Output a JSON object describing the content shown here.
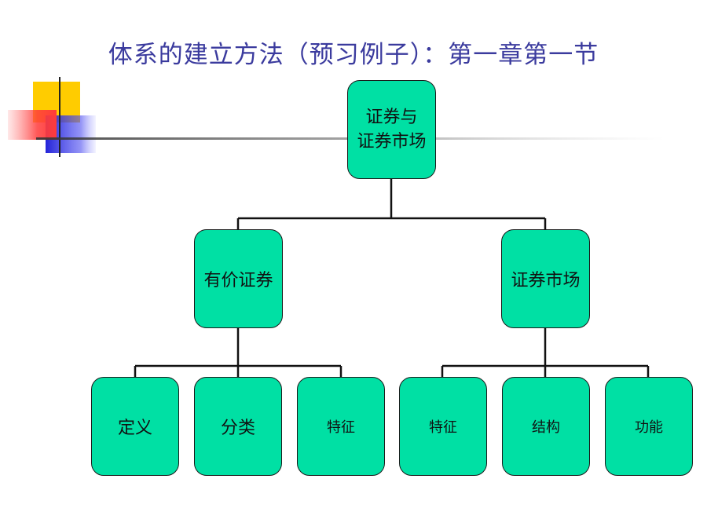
{
  "slide": {
    "title": "体系的建立方法（预习例子）：第一章第一节"
  },
  "diagram": {
    "root": {
      "line1": "证券与",
      "line2": "证券市场"
    },
    "left": {
      "label": "有价证券",
      "children": [
        "定义",
        "分类",
        "特征"
      ]
    },
    "right": {
      "label": "证券市场",
      "children": [
        "特征",
        "结构",
        "功能"
      ]
    }
  },
  "colors": {
    "node_fill": "#00e0a4",
    "title_color": "#3b3b9e",
    "accent_yellow": "#ffcc00",
    "accent_red": "#ff4d4d",
    "accent_blue": "#2b2bd6"
  }
}
